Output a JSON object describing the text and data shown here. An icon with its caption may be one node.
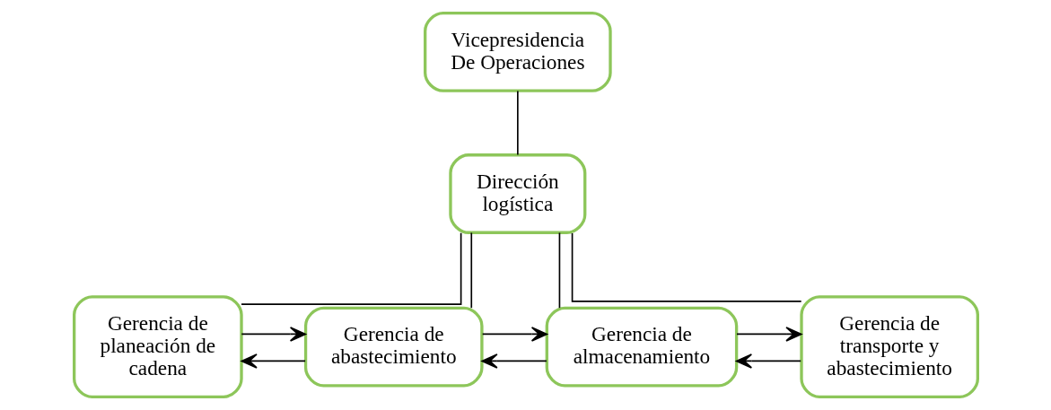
{
  "diagram": {
    "nodes": [
      {
        "text": [
          "Vicepresidencia De Operaciones"
        ]
      },
      {
        "text": [
          "Dirección logística"
        ]
      },
      {
        "text": [
          "Gerencia de planeación de cadena"
        ]
      },
      {
        "text": [
          "Gerencia de abastecimiento"
        ]
      },
      {
        "text": [
          "Gerencia de almacenamiento"
        ]
      },
      {
        "text": [
          "Gerencia de transporte y abastecimiento"
        ]
      }
    ],
    "edges": [
      {
        "from": 0,
        "to": 1,
        "arrow": "none"
      },
      {
        "from": 1,
        "to": 2,
        "arrow": "none"
      },
      {
        "from": 1,
        "to": 3,
        "arrow": "none"
      },
      {
        "from": 1,
        "to": 4,
        "arrow": "none"
      },
      {
        "from": 1,
        "to": 5,
        "arrow": "none"
      },
      {
        "from": 2,
        "to": 3,
        "arrow": "to"
      },
      {
        "from": 3,
        "to": 2,
        "arrow": "to"
      },
      {
        "from": 3,
        "to": 4,
        "arrow": "to"
      },
      {
        "from": 4,
        "to": 3,
        "arrow": "to"
      },
      {
        "from": 4,
        "to": 5,
        "arrow": "to"
      },
      {
        "from": 5,
        "to": 4,
        "arrow": "to"
      }
    ]
  }
}
